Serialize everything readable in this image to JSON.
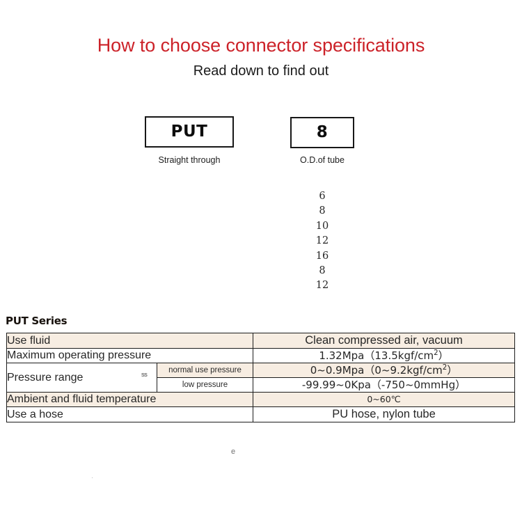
{
  "header": {
    "title": "How to choose connector specifications",
    "subtitle": "Read down to find out",
    "title_color": "#cc2229"
  },
  "selector": {
    "boxes": [
      {
        "code": "PUT",
        "caption": "Straight through"
      },
      {
        "code": "8",
        "caption": "O.D.of tube"
      }
    ],
    "od_options": [
      "6",
      "8",
      "10",
      "12",
      "16",
      "8",
      "12"
    ]
  },
  "spec": {
    "series_label": "PUT Series",
    "row_beige_color": "#f7ede2",
    "rows": [
      {
        "label": "Use fluid",
        "value": "Clean compressed air, vacuum"
      },
      {
        "label": "Maximum operating pressure",
        "value_prefix": "1.32Mpa（13.5kgf/cm",
        "value_sup": "2",
        "value_suffix": "）"
      },
      {
        "label": "Pressure range",
        "sub_rows": [
          {
            "sub_label": "normal use pressure",
            "value_prefix": "0~0.9Mpa（0~9.2kgf/cm",
            "value_sup": "2",
            "value_suffix": "）"
          },
          {
            "sub_label": "low pressure",
            "value": "-99.99~0Kpa（-750~0mmHg）"
          }
        ]
      },
      {
        "label": "Ambient and fluid temperature",
        "value": "0~60℃"
      },
      {
        "label": "Use a hose",
        "value": "PU hose, nylon tube"
      }
    ]
  },
  "artifacts": {
    "ss": "ss",
    "e": "e",
    "hose": "."
  }
}
